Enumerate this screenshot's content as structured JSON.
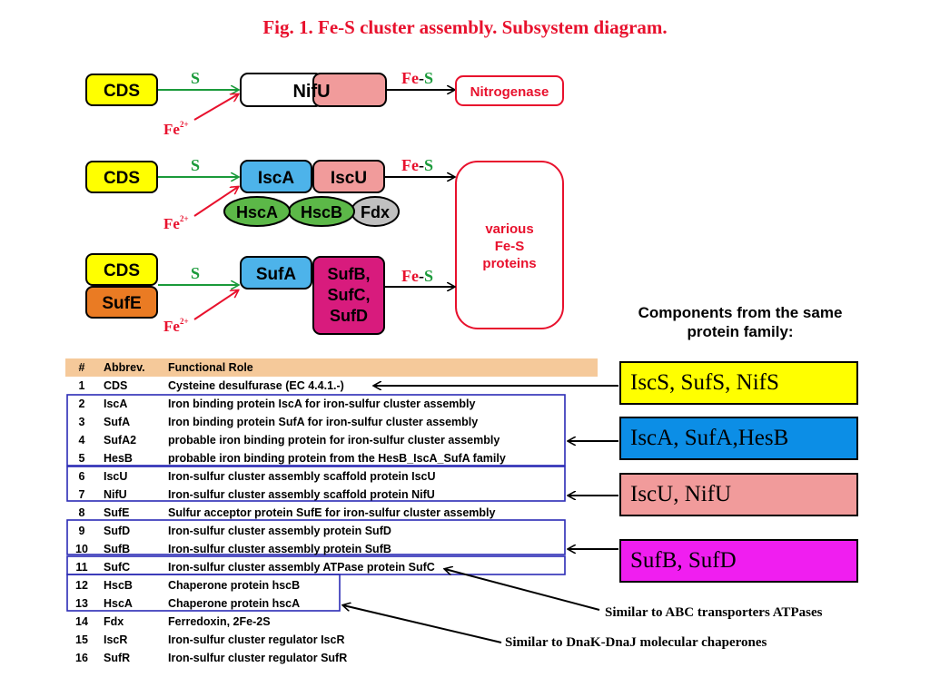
{
  "title": "Fig. 1. Fe-S cluster assembly. Subsystem diagram.",
  "colors": {
    "red": "#e8112d",
    "green": "#1a9a3a",
    "yellow": "#ffff00",
    "blue": "#4db3ea",
    "pink": "#f19b9b",
    "magenta": "#d81b7d",
    "orange": "#ea7b23",
    "green_oval": "#5cb848",
    "gray": "#c0c0c0",
    "table_header": "#f5c99a",
    "outline_blue": "#2b2bb5"
  },
  "diagram": {
    "row1": {
      "cds": "CDS",
      "s": "S",
      "fe": "Fe",
      "fe_sup": "2+",
      "nifu": "NifU",
      "fes_fe": "Fe",
      "fes_dash": "-",
      "fes_s": "S",
      "target": "Nitrogenase"
    },
    "row2": {
      "cds": "CDS",
      "s": "S",
      "fe": "Fe",
      "fe_sup": "2+",
      "isca": "IscA",
      "iscu": "IscU",
      "hsca": "HscA",
      "hscb": "HscB",
      "fdx": "Fdx",
      "fes_fe": "Fe",
      "fes_dash": "-",
      "fes_s": "S"
    },
    "row3": {
      "cds": "CDS",
      "sufe": "SufE",
      "s": "S",
      "fe": "Fe",
      "fe_sup": "2+",
      "sufa": "SufA",
      "sufbcd_1": "SufB,",
      "sufbcd_2": "SufC,",
      "sufbcd_3": "SufD",
      "fes_fe": "Fe",
      "fes_dash": "-",
      "fes_s": "S"
    },
    "target_box": {
      "line1": "various",
      "line2": "Fe-S",
      "line3": "proteins"
    }
  },
  "families": {
    "title_line1": "Components from the same",
    "title_line2": "protein family:",
    "items": [
      {
        "label": "IscS, SufS, NifS",
        "color": "#ffff00"
      },
      {
        "label": "IscA, SufA,HesB",
        "color": "#0c8ee6"
      },
      {
        "label": "IscU, NifU",
        "color": "#f19b9b"
      },
      {
        "label": "SufB, SufD",
        "color": "#f01ef0"
      }
    ]
  },
  "table": {
    "headers": [
      "#",
      "Abbrev.",
      "Functional Role"
    ],
    "rows": [
      [
        "1",
        "CDS",
        "Cysteine desulfurase (EC 4.4.1.-)"
      ],
      [
        "2",
        "IscA",
        "Iron binding protein IscA for iron-sulfur cluster assembly"
      ],
      [
        "3",
        "SufA",
        "Iron binding protein SufA for iron-sulfur cluster assembly"
      ],
      [
        "4",
        "SufA2",
        "probable iron binding protein for iron-sulfur cluster assembly"
      ],
      [
        "5",
        "HesB",
        "probable iron binding protein from the HesB_IscA_SufA family"
      ],
      [
        "6",
        "IscU",
        "Iron-sulfur cluster assembly scaffold protein IscU"
      ],
      [
        "7",
        "NifU",
        "Iron-sulfur cluster assembly scaffold protein NifU"
      ],
      [
        "8",
        "SufE",
        "Sulfur acceptor protein SufE for iron-sulfur cluster assembly"
      ],
      [
        "9",
        "SufD",
        "Iron-sulfur cluster assembly protein SufD"
      ],
      [
        "10",
        "SufB",
        "Iron-sulfur cluster assembly protein SufB"
      ],
      [
        "11",
        "SufC",
        "Iron-sulfur cluster assembly ATPase protein SufC"
      ],
      [
        "12",
        "HscB",
        "Chaperone protein hscB"
      ],
      [
        "13",
        "HscA",
        "Chaperone protein hscA"
      ],
      [
        "14",
        "Fdx",
        "Ferredoxin, 2Fe-2S"
      ],
      [
        "15",
        "IscR",
        "Iron-sulfur cluster regulator IscR"
      ],
      [
        "16",
        "SufR",
        "Iron-sulfur cluster regulator SufR"
      ]
    ]
  },
  "notes": {
    "abc": "Similar to ABC transporters  ATPases",
    "dnak": "Similar to DnaK-DnaJ molecular chaperones"
  }
}
